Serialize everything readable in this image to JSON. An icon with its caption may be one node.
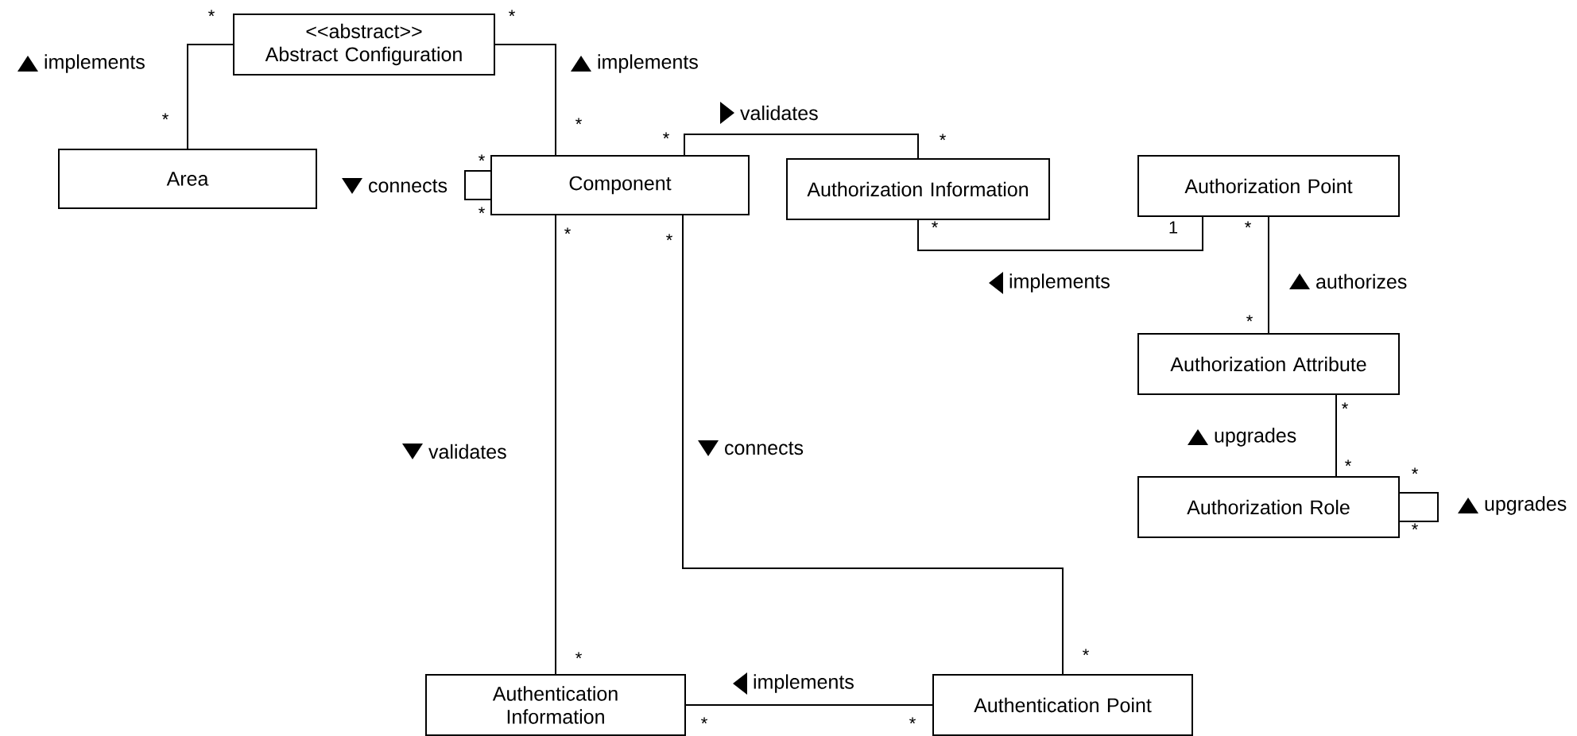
{
  "diagram": {
    "nodes": [
      {
        "text": [
          "<<abstract>>",
          "Abstract Configuration"
        ]
      },
      {
        "text": [
          "Area"
        ]
      },
      {
        "text": [
          "Component"
        ]
      },
      {
        "text": [
          "Authorization Information"
        ]
      },
      {
        "text": [
          "Authorization Point"
        ]
      },
      {
        "text": [
          "Authorization Attribute"
        ]
      },
      {
        "text": [
          "Authorization Role"
        ]
      },
      {
        "text": [
          "Authentication Information"
        ]
      },
      {
        "text": [
          "Authentication Point"
        ]
      }
    ],
    "edges": [
      {
        "from": 0,
        "to": 1,
        "arrow": "none",
        "label": "implements"
      },
      {
        "from": 0,
        "to": 2,
        "arrow": "none",
        "label": "implements"
      },
      {
        "from": 2,
        "to": 2,
        "arrow": "none",
        "label": "connects"
      },
      {
        "from": 2,
        "to": 3,
        "arrow": "none",
        "label": "validates"
      },
      {
        "from": 3,
        "to": 4,
        "arrow": "none",
        "label": "implements"
      },
      {
        "from": 4,
        "to": 5,
        "arrow": "none",
        "label": "authorizes"
      },
      {
        "from": 5,
        "to": 6,
        "arrow": "none",
        "label": "upgrades"
      },
      {
        "from": 6,
        "to": 6,
        "arrow": "none",
        "label": "upgrades"
      },
      {
        "from": 2,
        "to": 7,
        "arrow": "none",
        "label": "validates"
      },
      {
        "from": 2,
        "to": 8,
        "arrow": "none",
        "label": "connects"
      },
      {
        "from": 8,
        "to": 7,
        "arrow": "none",
        "label": "implements"
      }
    ],
    "labels": [
      "*",
      "*",
      "*",
      "*",
      "*",
      "*",
      "*",
      "*",
      "*",
      "1",
      "*",
      "*",
      "*",
      "*",
      "*",
      "*",
      "*",
      "*",
      "*",
      "*",
      "*",
      "*"
    ]
  }
}
